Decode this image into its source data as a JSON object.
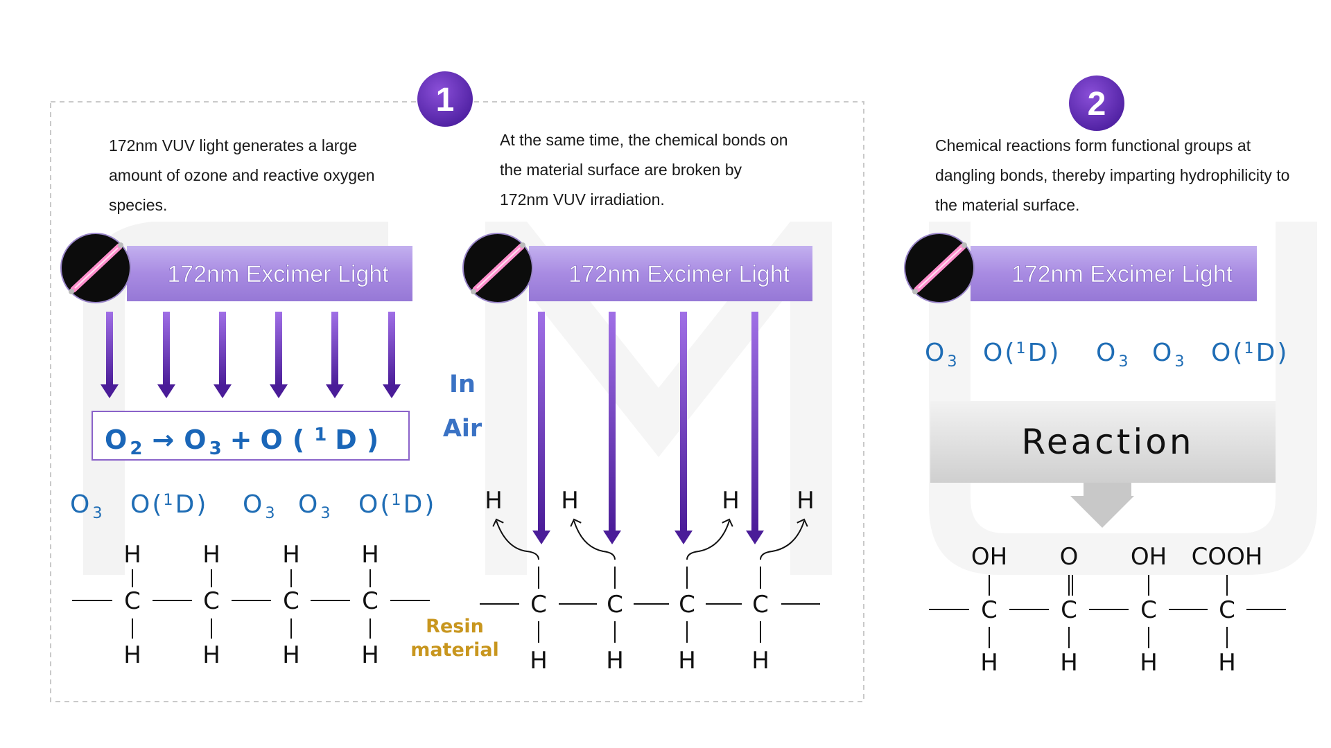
{
  "steps": [
    {
      "number": "1"
    },
    {
      "number": "2"
    }
  ],
  "descriptions": {
    "ozone": "172nm VUV light generates a large amount of ozone and reactive oxygen species.",
    "bonds": "At the same time, the chemical bonds on the material surface are broken by 172nm VUV irradiation.",
    "functional": "Chemical reactions form functional groups at dangling bonds, thereby imparting hydrophilicity to the material surface."
  },
  "lamp_label": "172nm Excimer Light",
  "equation": {
    "o2": "O",
    "sub2": "2",
    "arrow": "→",
    "o3": "O",
    "sub3": "3",
    "plus": "+",
    "o": "O",
    "open": "(",
    "sup1": "1",
    "d": "D",
    "close": ")"
  },
  "species": {
    "o3": "O",
    "o3_sub": "3",
    "o1d_o": "O",
    "o1d_open": "(",
    "o1d_sup": "1",
    "o1d_d": "D",
    "o1d_close": ")"
  },
  "in_air": {
    "line1": "In",
    "line2": "Air"
  },
  "resin_material": {
    "line1": "Resin",
    "line2": "material"
  },
  "reaction_label": "Reaction",
  "atoms": {
    "carbon": "C",
    "hydrogen": "H"
  },
  "functional_groups": [
    "OH",
    "O",
    "OH",
    "COOH"
  ],
  "colors": {
    "purple": "#5c2aa8",
    "lamp_bar": "#a98be0",
    "blue_text": "#1f6db5",
    "equation_blue": "#1a66b8",
    "resin_gold": "#c8961e",
    "air_blue": "#3a72c4"
  }
}
